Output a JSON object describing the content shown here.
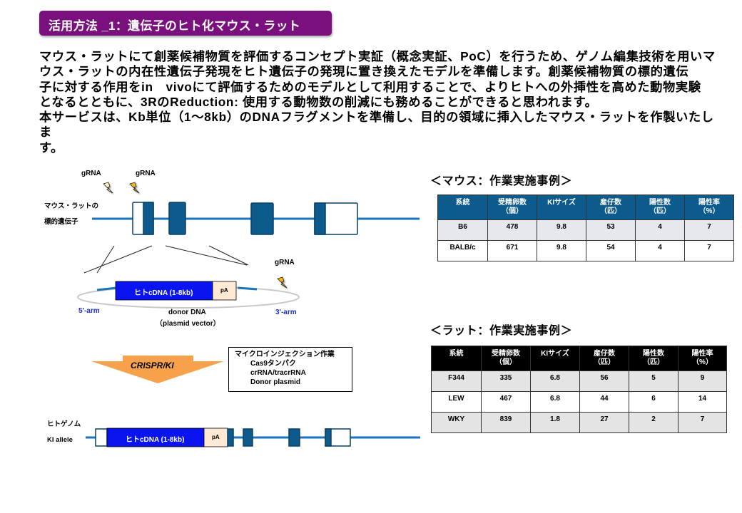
{
  "title": "活用方法 _1：遺伝子のヒト化マウス・ラット",
  "intro_lines": [
    "マウス・ラットにて創薬候補物質を評価するコンセプト実証（概念実証、PoC）を行うため、ゲノム編集技術を用いマ",
    "ウス・ラットの内在性遺伝子発現をヒト遺伝子の発現に置き換えたモデルを準備します。創薬候補物質の標的遺伝",
    "子に対する作用をin　vivoにて評価するためのモデルとして利用することで、よりヒトへの外挿性を高めた動物実験",
    "となるとともに、3RのReduction: 使用する動物数の削減にも務めることができると思われます。",
    "本サービスは、Kb単位（1～8kb）のDNAフラグメントを準備し、目的の領域に挿入したマウス・ラットを作製いたしま",
    "す。"
  ],
  "diagram": {
    "grna_label_1": "gRNA",
    "grna_label_2": "gRNA",
    "grna_label_3": "gRNA",
    "target_gene_line1": "マウス・ラットの",
    "target_gene_line2": "標的遺伝子",
    "cdna_label": "ヒトcDNA (1-8kb)",
    "pa_label": "pA",
    "arm5_label": "5'-arm",
    "arm3_label": "3'-arm",
    "donor_label": "donor DNA",
    "plasmid_label": "（plasmid vector）",
    "crispr_label": "CRISPR/KI",
    "microinjection": {
      "title": "マイクロインジェクション作業",
      "items": [
        "Cas9タンパク",
        "crRNA/tracrRNA",
        "Donor plasmid"
      ]
    },
    "human_genome_label": "ヒトゲノム",
    "ki_allele_label": "KI allele",
    "ki_cdna_label": "ヒトcDNA (1-8kb)",
    "ki_pa_label": "pA",
    "colors": {
      "exon": "#0d5a8c",
      "exon_border": "#0a3f63",
      "gene_line": "#1a74bd",
      "cdna": "#0a14f0",
      "pa": "#fde9d4",
      "arrow": "#f7a24a",
      "title_bg": "#7a0f7e"
    }
  },
  "mouse_section": {
    "title": "＜マウス：作業実施事例＞",
    "headers": [
      [
        "系統",
        ""
      ],
      [
        "受精卵数",
        "（個）"
      ],
      [
        "KIサイズ",
        ""
      ],
      [
        "産仔数",
        "（匹）"
      ],
      [
        "陽性数",
        "（匹）"
      ],
      [
        "陽性率",
        "（%）"
      ]
    ],
    "rows": [
      [
        "B6",
        "478",
        "9.8",
        "53",
        "4",
        "7"
      ],
      [
        "BALB/c",
        "671",
        "9.8",
        "54",
        "4",
        "7"
      ]
    ]
  },
  "rat_section": {
    "title": "＜ラット：作業実施事例＞",
    "headers": [
      [
        "系統",
        ""
      ],
      [
        "受精卵数",
        "（個）"
      ],
      [
        "KIサイズ",
        ""
      ],
      [
        "産仔数",
        "（匹）"
      ],
      [
        "陽性数",
        "（匹）"
      ],
      [
        "陽性率",
        "（%）"
      ]
    ],
    "rows": [
      [
        "F344",
        "335",
        "6.8",
        "56",
        "5",
        "9"
      ],
      [
        "LEW",
        "467",
        "6.8",
        "44",
        "6",
        "14"
      ],
      [
        "WKY",
        "839",
        "1.8",
        "27",
        "2",
        "7"
      ]
    ]
  }
}
